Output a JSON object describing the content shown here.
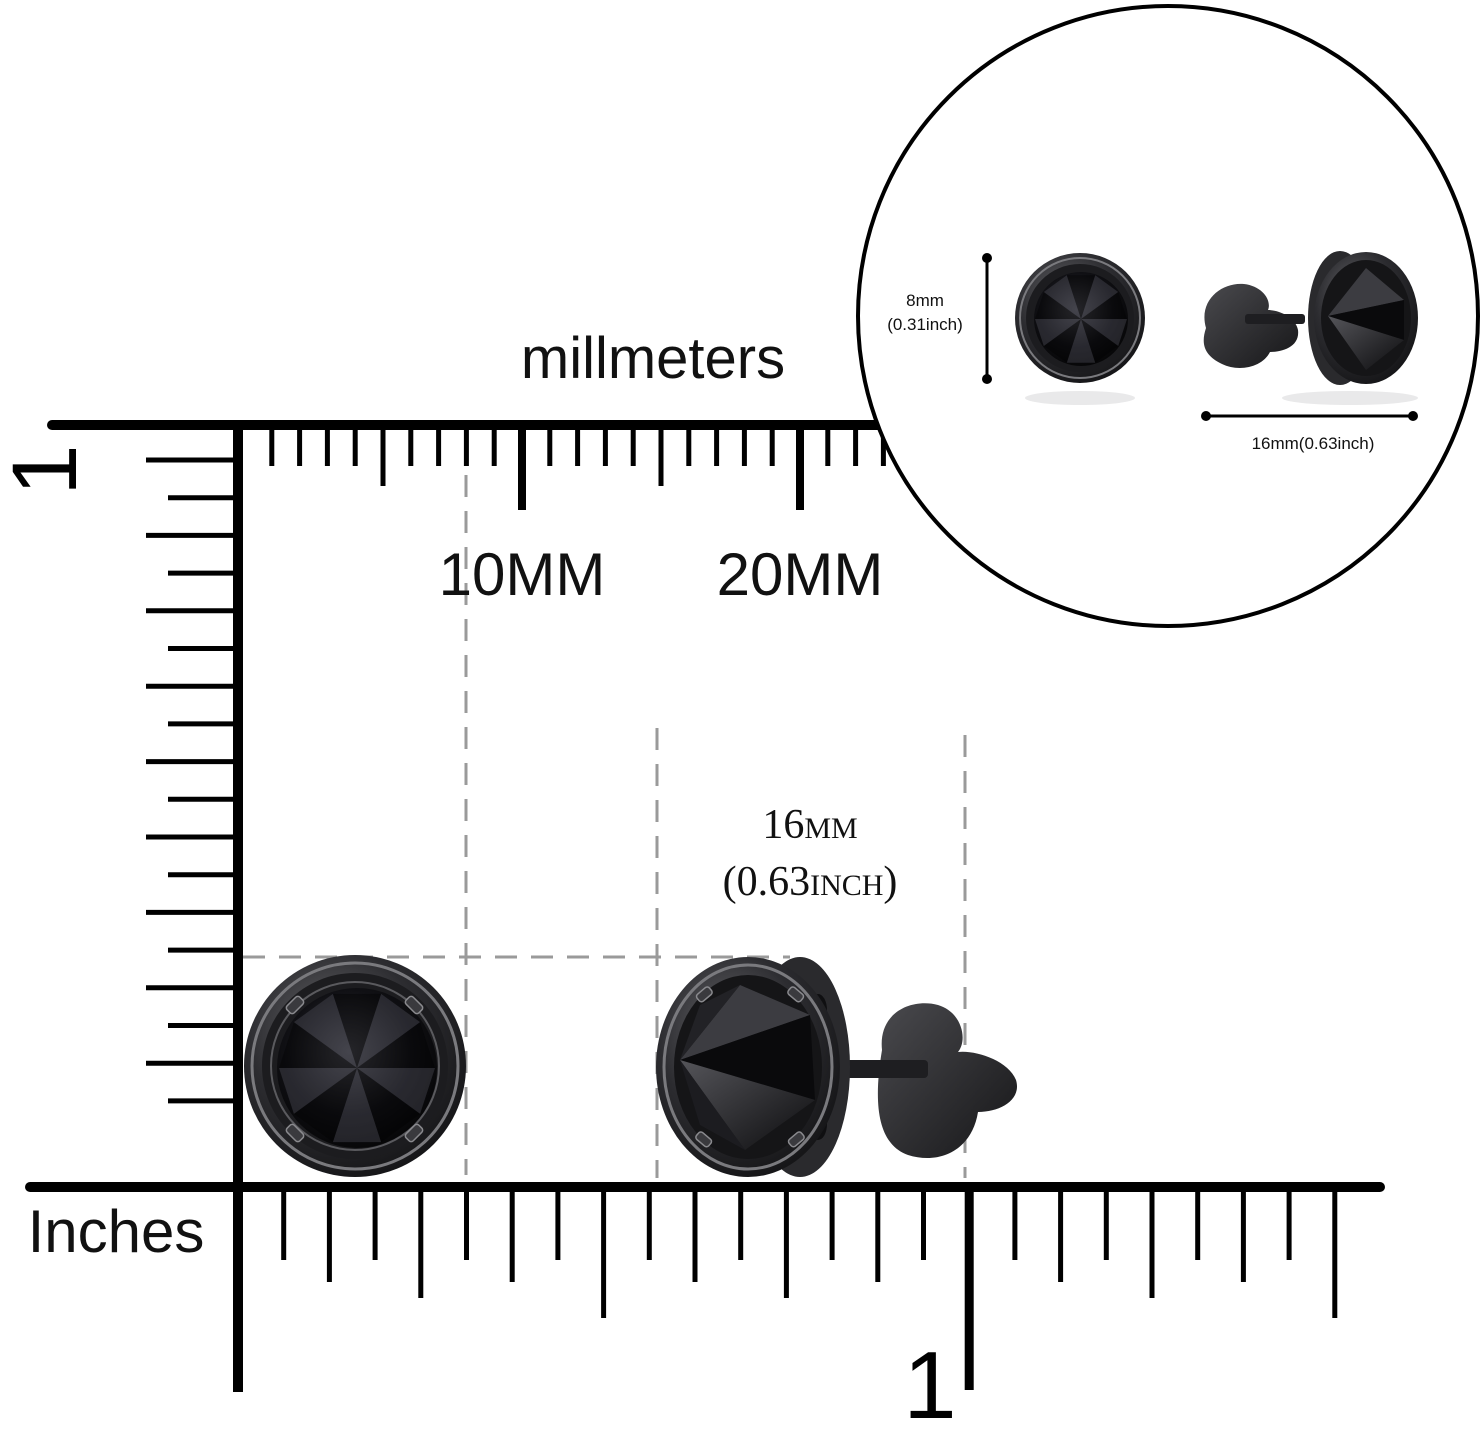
{
  "labels": {
    "top_axis_title": "millmeters",
    "left_axis_mark": "1",
    "mm_tick_10": "10MM",
    "mm_tick_20": "20MM",
    "bottom_axis_title": "Inches",
    "inch_tick_1": "1",
    "main_dimension_num": "16",
    "main_dimension_unit": "MM",
    "main_dimension_open": "(0.63",
    "main_dimension_inch_unit": "INCH",
    "main_dimension_close": ")"
  },
  "inset": {
    "height_label_mm": "8mm",
    "height_label_in": "(0.31inch)",
    "width_label": "16mm(0.63inch)"
  },
  "products": [
    {
      "name": "front-view",
      "icon": "round-black-stud-earring-icon"
    },
    {
      "name": "side-view",
      "icon": "cone-spike-stud-earring-icon"
    }
  ],
  "colors": {
    "ink": "#000000",
    "guide": "#9a9a9a",
    "metal": "#2a2a2c",
    "stone": "#0d0d10"
  }
}
